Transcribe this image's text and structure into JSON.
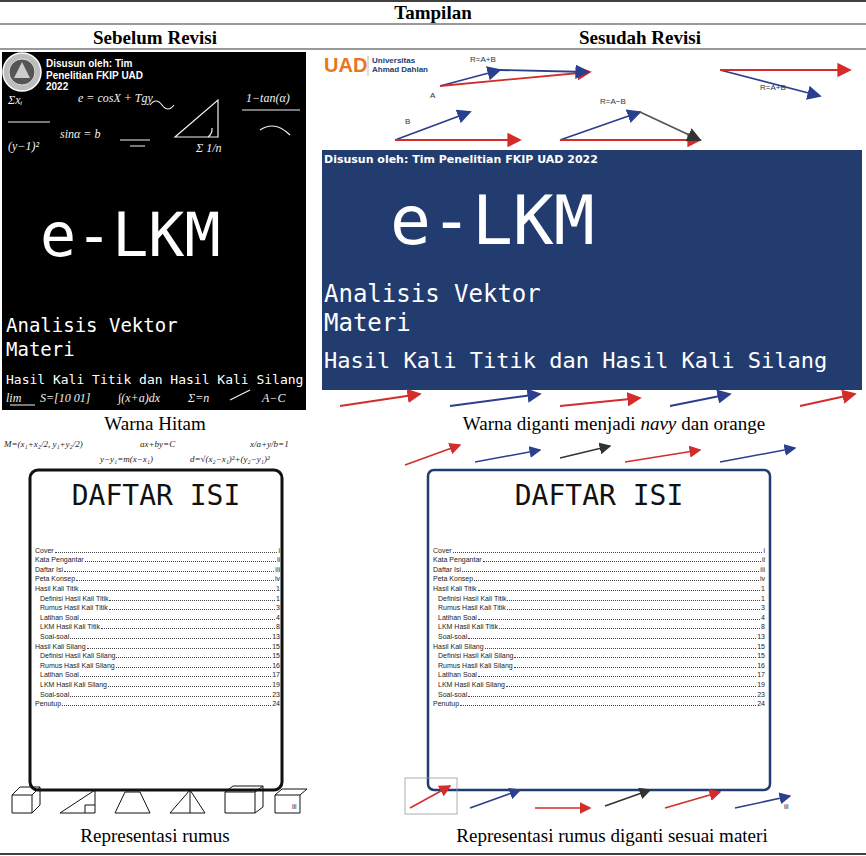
{
  "diagram": {
    "title": "Tampilan",
    "nodes": [
      {
        "text": [
          "Disusun oleh: Tim Penelitian FKIP UAD 2022",
          "e-LKM",
          "Analisis Vektor Materi",
          "Hasil Kali Titik dan Hasil Kali Silang"
        ]
      },
      {
        "text": [
          "UAD",
          "Universitas Ahmad Dahlan",
          "Disusun oleh: Tim Penelitian FKIP UAD 2022",
          "e-LKM",
          "Analisis Vektor Materi",
          "Hasil Kali Titik dan Hasil Kali Silang"
        ]
      },
      {
        "text": [
          "DAFTAR ISI",
          "Cover",
          "i",
          "Kata Pengantar",
          "ii",
          "Daftar Isi",
          "iii",
          "Peta Konsep",
          "iv",
          "Hasil Kali Titik",
          "1",
          "Definisi Hasil Kali Titik",
          "1",
          "Rumus Hasil Kali Titik",
          "3",
          "Latihan Soal",
          "4",
          "LKM Hasil Kali Titik",
          "8",
          "Soal-soal",
          "13",
          "Hasil Kali Silang",
          "15",
          "Definisi Hasil Kali Silang",
          "15",
          "Rumus Hasil Kali Silang",
          "16",
          "Latihan Soal",
          "17",
          "LKM Hasil Kali Silang",
          "19",
          "Soal-soal",
          "23",
          "Penutup",
          "24",
          "iii"
        ]
      },
      {
        "text": [
          "DAFTAR ISI",
          "Cover",
          "i",
          "Kata Pengantar",
          "ii",
          "Daftar Isi",
          "iii",
          "Peta Konsep",
          "iv",
          "Hasil Kali Titik",
          "1",
          "Definisi Hasil Kali Titik",
          "1",
          "Rumus Hasil Kali Titik",
          "3",
          "Latihan Soal",
          "4",
          "LKM Hasil Kali Titik",
          "8",
          "Soal-soal",
          "13",
          "Hasil Kali Silang",
          "15",
          "Definisi Hasil Kali Silang",
          "15",
          "Rumus Hasil Kali Silang",
          "16",
          "Latihan Soal",
          "17",
          "LKM Hasil Kali Silang",
          "19",
          "Soal-soal",
          "23",
          "Penutup",
          "24",
          "iii"
        ]
      }
    ],
    "labels": [
      "Sebelum Revisi",
      "Sesudah Revisi",
      "Warna Hitam",
      "Warna diganti menjadi",
      "navy",
      "dan orange",
      "Representasi rumus",
      "Representasi rumus diganti sesuai materi",
      "Σxᵢ",
      "e = cosX + Tgy",
      "1−tan(α)",
      "sinα = b",
      "(y−1)²",
      "Σ 1/n",
      "lim",
      "S=[10 01]",
      "∫(x+a)dx",
      "Σ=n",
      "A−C",
      "M=(x₁+x₂/2, y₁+y₂/2)",
      "ax+by=C",
      "y−y₁=m(x−x₁)",
      "d=√(x₂−x₁)²+(y₂−y₁)²",
      "x/a+y/b=1",
      "R=A+B",
      "A",
      "B",
      "R=A−B",
      "R=A+B"
    ]
  }
}
